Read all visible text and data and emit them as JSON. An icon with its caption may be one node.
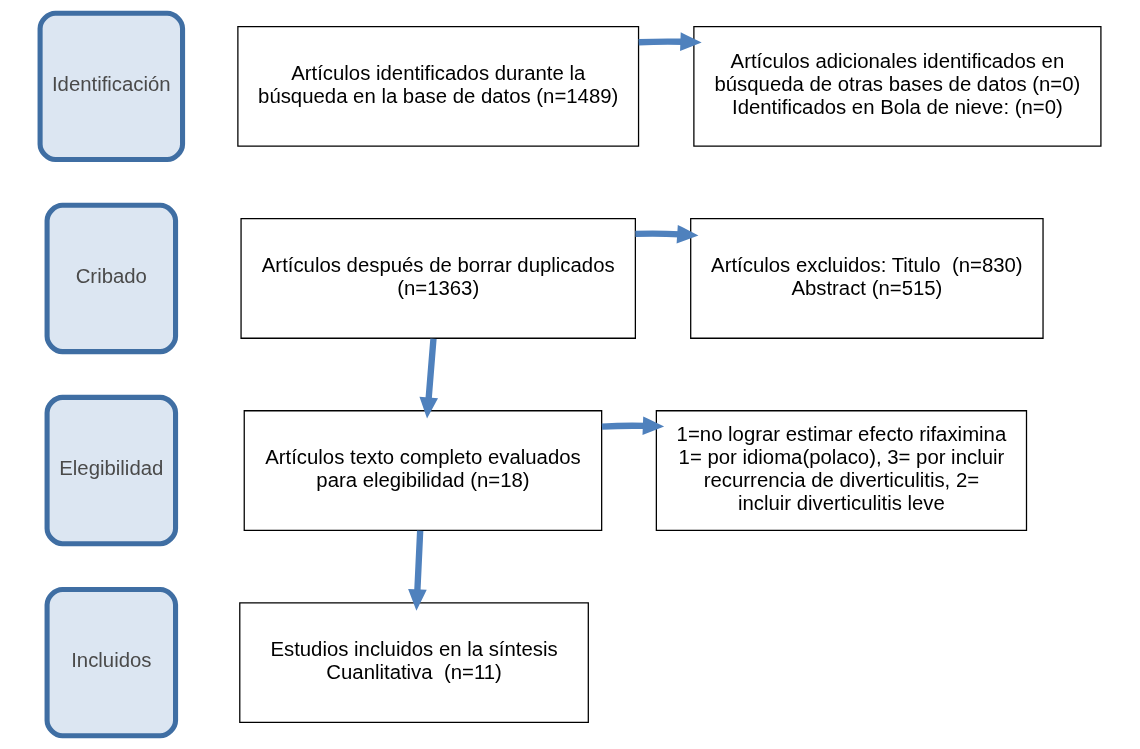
{
  "diagram": {
    "nodes": [
      {
        "text": [
          "Identificación"
        ]
      },
      {
        "text": [
          "Artículos identificados durante la búsqueda en la base de datos (n=1489)"
        ]
      },
      {
        "text": [
          "Artículos adicionales identificados en búsqueda de otras bases de datos (n=0) Identificados en Bola de nieve: (n=0)"
        ]
      },
      {
        "text": [
          "Cribado"
        ]
      },
      {
        "text": [
          "Artículos después de borrar duplicados  (n=1363)"
        ]
      },
      {
        "text": [
          "Artículos excluidos: Titulo  (n=830) Abstract (n=515)"
        ]
      },
      {
        "text": [
          "Elegibilidad"
        ]
      },
      {
        "text": [
          "Artículos texto completo evaluados para elegibilidad (n=18)"
        ]
      },
      {
        "text": [
          "1=no lograr estimar efecto rifaximina 1= por idioma(polaco), 3= por incluir recurrencia de diverticulitis, 2= incluir diverticulitis leve"
        ]
      },
      {
        "text": [
          "Incluidos"
        ]
      },
      {
        "text": [
          "Estudios incluidos en la síntesis Cuanlitativa  (n=11)"
        ]
      }
    ],
    "edges": [
      {
        "from": 1,
        "to": 2,
        "arrow": "to"
      },
      {
        "from": 4,
        "to": 5,
        "arrow": "to"
      },
      {
        "from": 4,
        "to": 7,
        "arrow": "to"
      },
      {
        "from": 7,
        "to": 8,
        "arrow": "to"
      },
      {
        "from": 7,
        "to": 10,
        "arrow": "to"
      }
    ]
  }
}
